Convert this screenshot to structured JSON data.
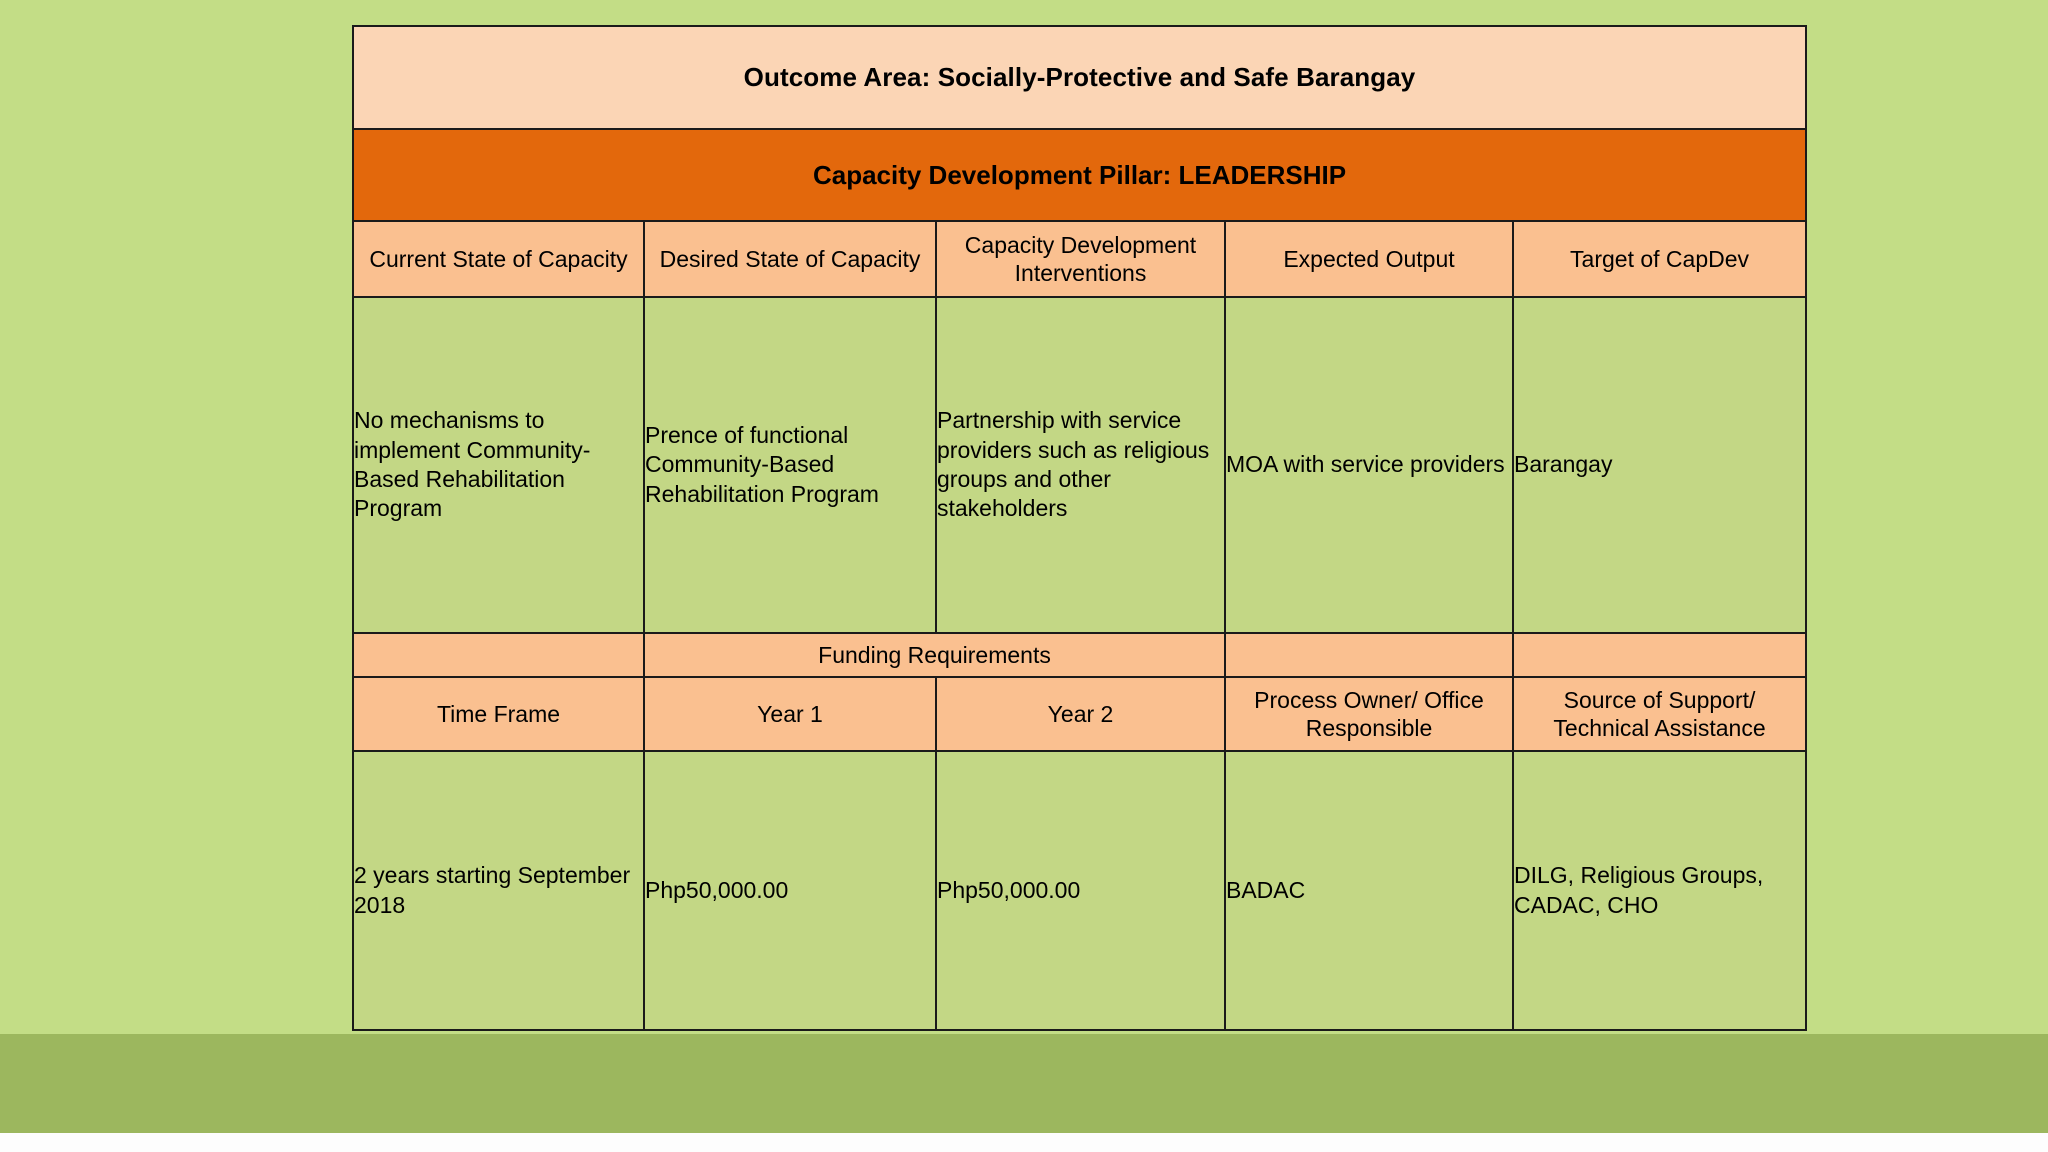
{
  "slide": {
    "background_color": "#c3dd86",
    "band_color": "#9cb75e",
    "accent_orange": "#e3680c",
    "header_peach": "#fbd5b5",
    "subheader_peach": "#fac090",
    "cell_green": "#c3d785"
  },
  "table": {
    "outcome_area": "Outcome Area: Socially-Protective and Safe Barangay",
    "pillar": "Capacity Development Pillar: LEADERSHIP",
    "column_headers": [
      "Current State of Capacity",
      "Desired State of Capacity",
      "Capacity Development Interventions",
      "Expected Output",
      "Target of CapDev"
    ],
    "body_row": [
      "No mechanisms to implement Community-Based Rehabilitation Program",
      "Prence of functional Community-Based Rehabilitation Program",
      "Partnership with service providers such as religious groups and other stakeholders",
      "MOA with service providers",
      "Barangay"
    ],
    "funding_band": {
      "blank_left": "",
      "label": "Funding Requirements",
      "blank_right_1": "",
      "blank_right_2": ""
    },
    "sub_headers": [
      "Time Frame",
      "Year 1",
      "Year 2",
      "Process Owner/ Office Responsible",
      "Source of Support/ Technical Assistance"
    ],
    "bottom_row": [
      "2 years starting September 2018",
      "Php50,000.00",
      "Php50,000.00",
      "BADAC",
      "DILG, Religious Groups, CADAC, CHO"
    ]
  }
}
